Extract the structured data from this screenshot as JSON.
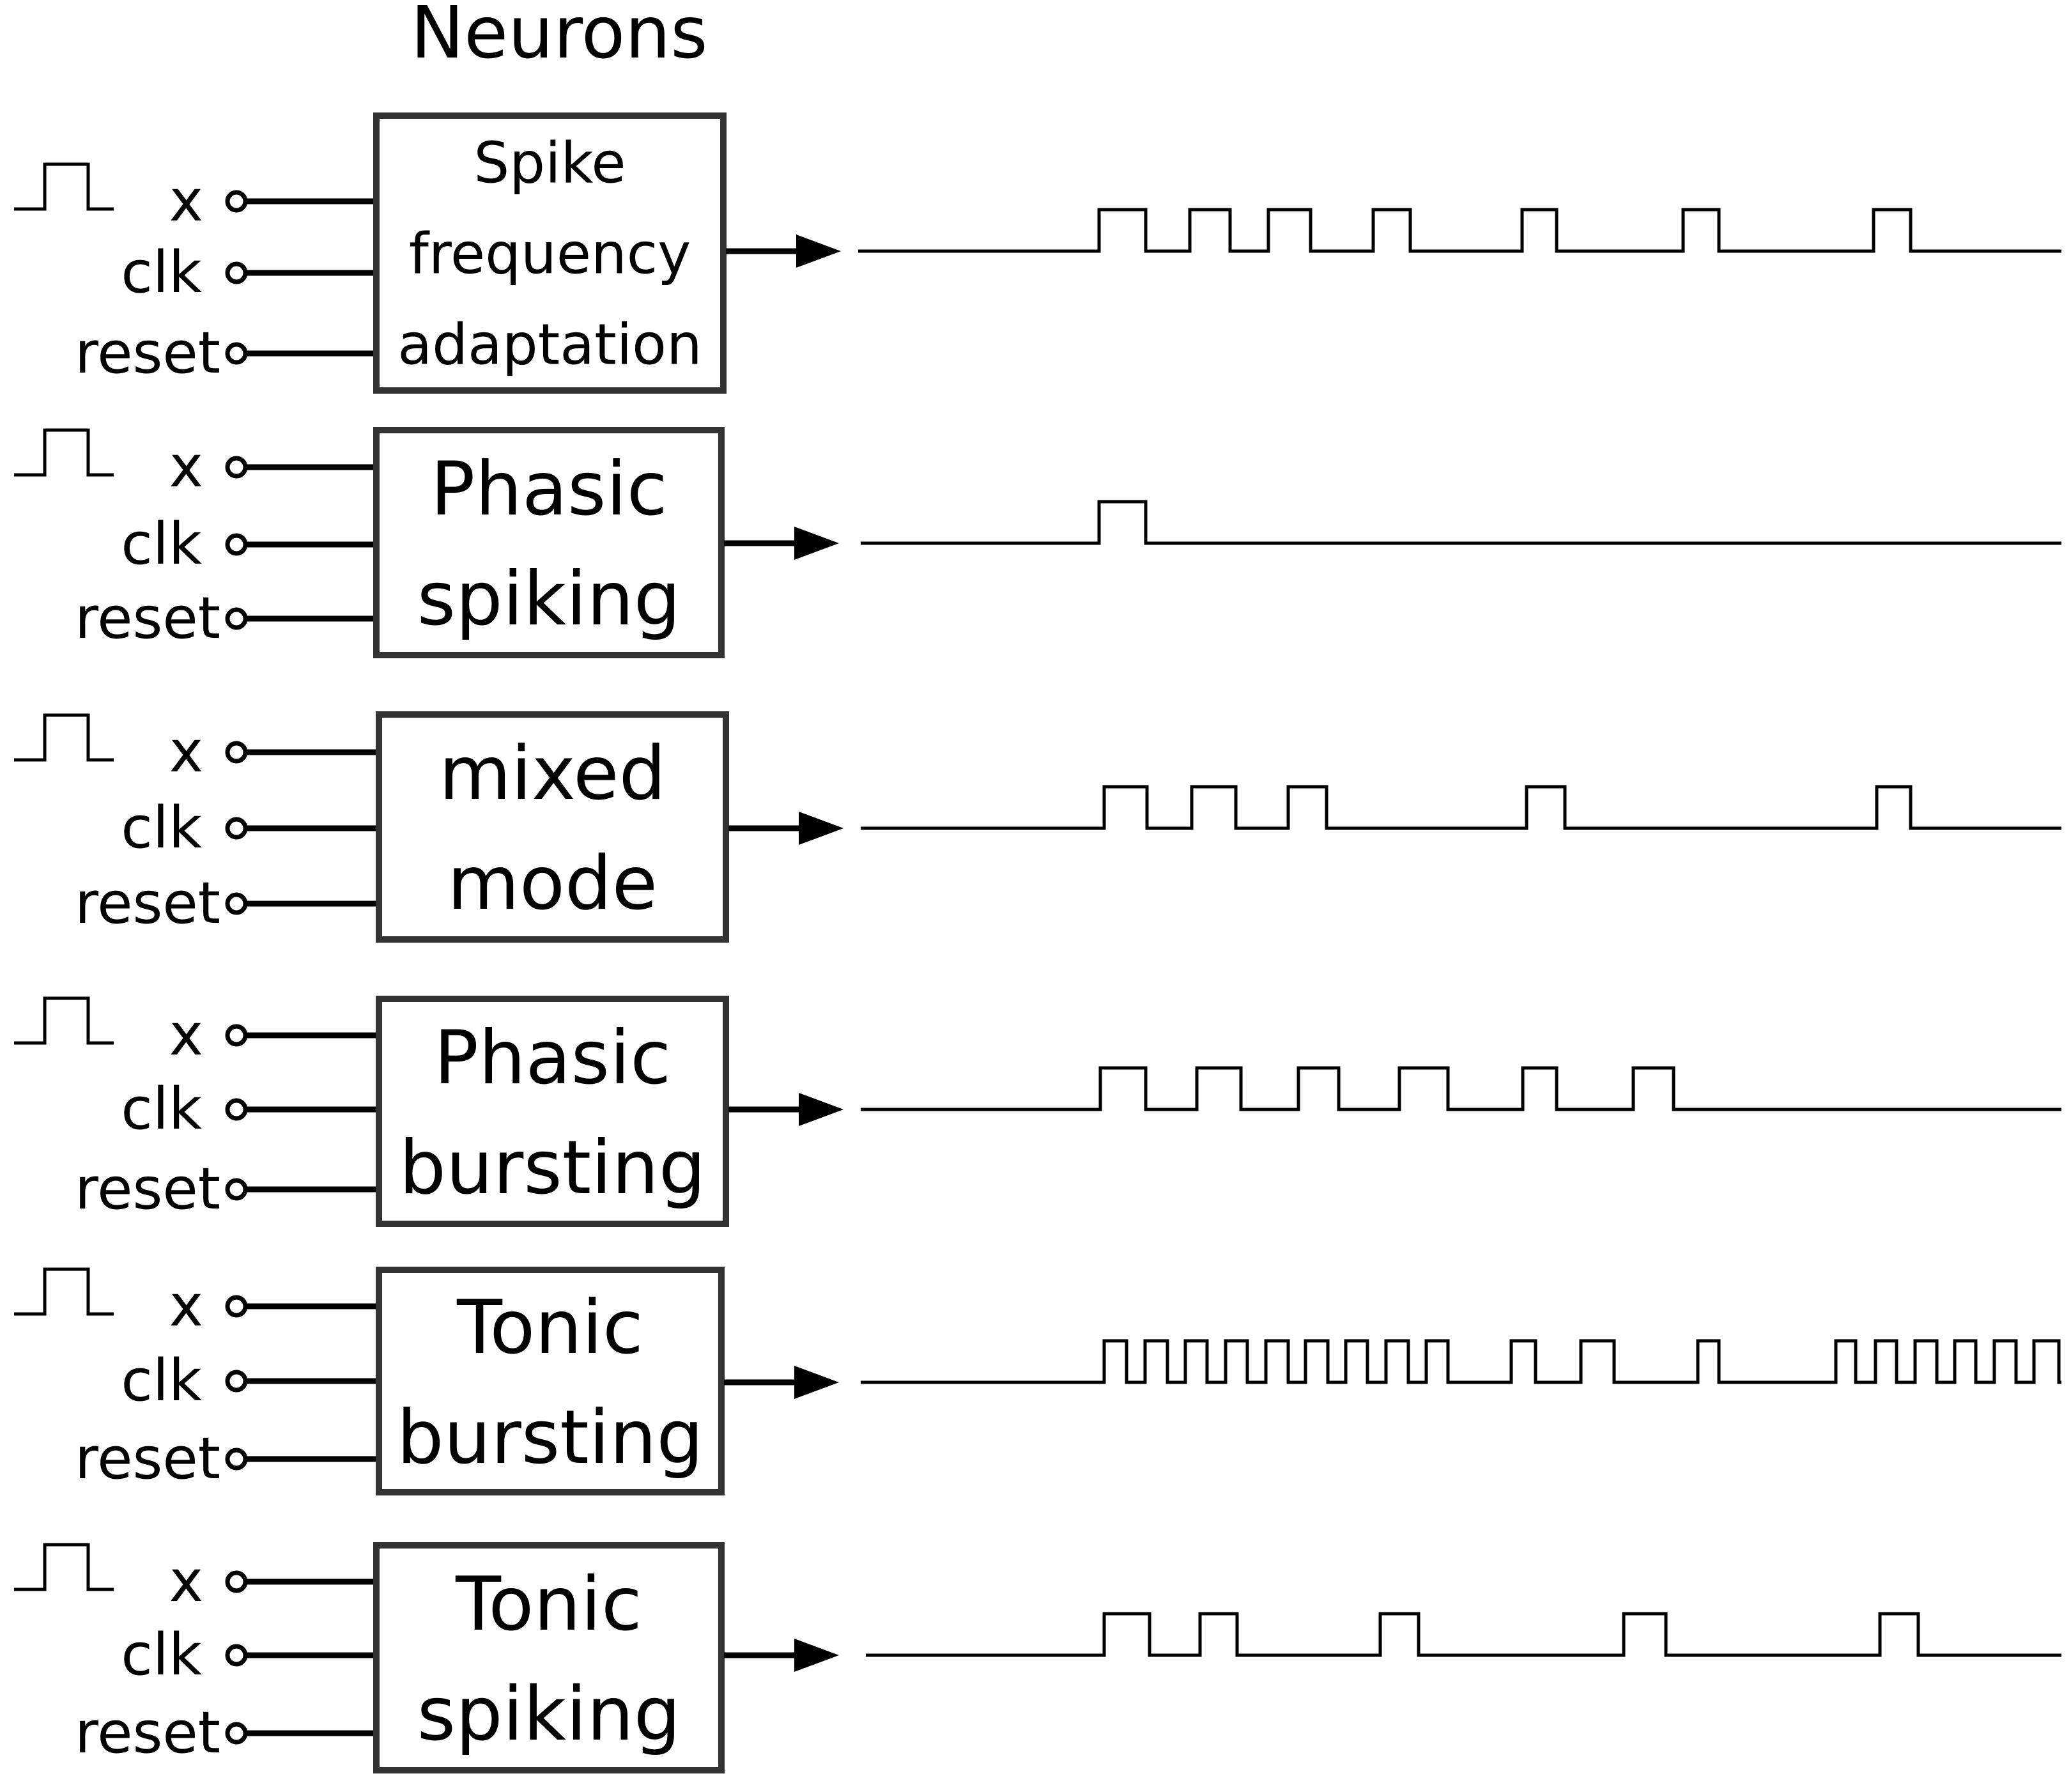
{
  "title": "Neurons",
  "port_labels": {
    "x": "x",
    "clk": "clk",
    "reset": "reset"
  },
  "neurons": [
    {
      "id": "spike-frequency-adaptation",
      "label_lines": [
        "Spike",
        "frequency",
        "adaptation"
      ]
    },
    {
      "id": "phasic-spiking",
      "label_lines": [
        "Phasic",
        "spiking"
      ]
    },
    {
      "id": "mixed-mode",
      "label_lines": [
        "mixed",
        "mode"
      ]
    },
    {
      "id": "phasic-bursting",
      "label_lines": [
        "Phasic",
        "bursting"
      ]
    },
    {
      "id": "tonic-bursting",
      "label_lines": [
        "Tonic",
        "bursting"
      ]
    },
    {
      "id": "tonic-spiking",
      "label_lines": [
        "Tonic",
        "spiking"
      ]
    }
  ],
  "colors": {
    "line": "#000000",
    "box_border": "#333333",
    "background": "#ffffff"
  }
}
